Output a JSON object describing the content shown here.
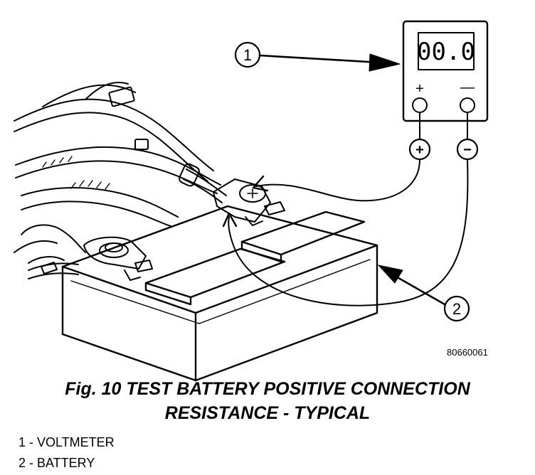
{
  "diagram": {
    "meter_display": "00.0",
    "meter_plus_label": "+",
    "meter_minus_label": "—",
    "plus_probe_symbol": "+",
    "minus_probe_symbol": "−",
    "callout_1": "1",
    "callout_2": "2",
    "figure_id": "80660061"
  },
  "caption": {
    "line1": "Fig. 10 TEST BATTERY POSITIVE CONNECTION",
    "line2": "RESISTANCE - TYPICAL"
  },
  "legend": [
    {
      "text": "1 - VOLTMETER"
    },
    {
      "text": "2 - BATTERY"
    }
  ]
}
